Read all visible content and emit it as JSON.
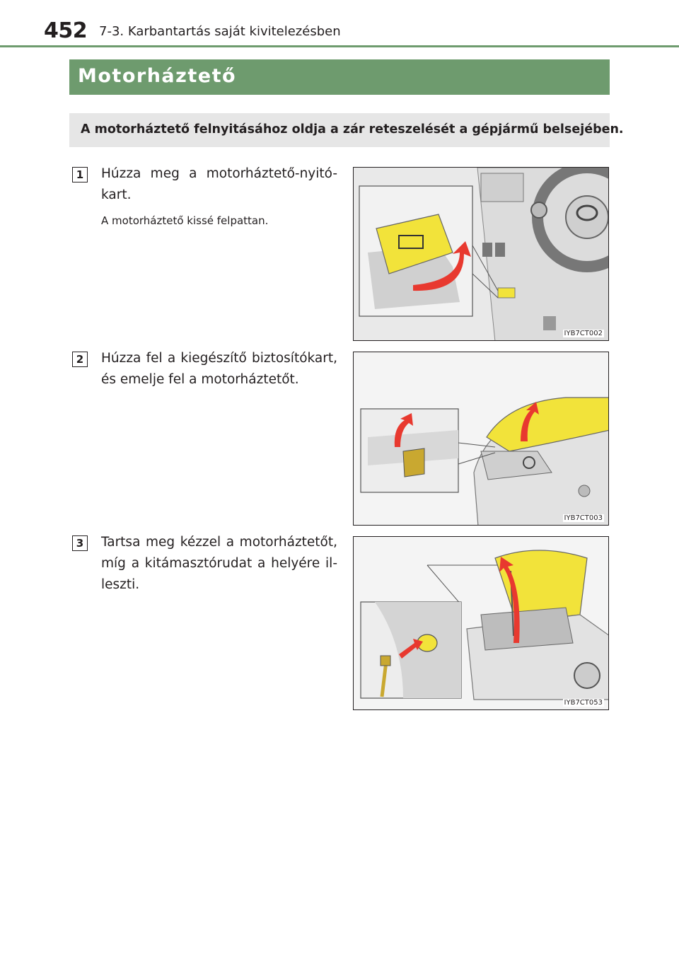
{
  "header": {
    "page_number": "452",
    "chapter": "7-3. Karbantartás saját kivitelezésben"
  },
  "section": {
    "title": "Motorháztető",
    "summary": "A motorháztető felnyitásához oldja a zár reteszelését a gépjármű belsejében."
  },
  "steps": [
    {
      "number": "1",
      "text": "Húzza meg a motorháztető-nyitó-kart.",
      "note": "A motorháztető kissé felpattan.",
      "figure_code": "IYB7CT002"
    },
    {
      "number": "2",
      "text": "Húzza fel a kiegészítő biztosítókart, és emelje fel a motorháztetőt.",
      "figure_code": "IYB7CT003"
    },
    {
      "number": "3",
      "text": "Tartsa meg kézzel a motorháztetőt, míg a kitámasztórudat a helyére il-leszti.",
      "figure_code": "IYB7CT053"
    }
  ],
  "colors": {
    "section_green": "#6e9b6e",
    "summary_gray": "#e6e6e6",
    "highlight_yellow": "#f2e33a",
    "arrow_red": "#e8392f"
  }
}
